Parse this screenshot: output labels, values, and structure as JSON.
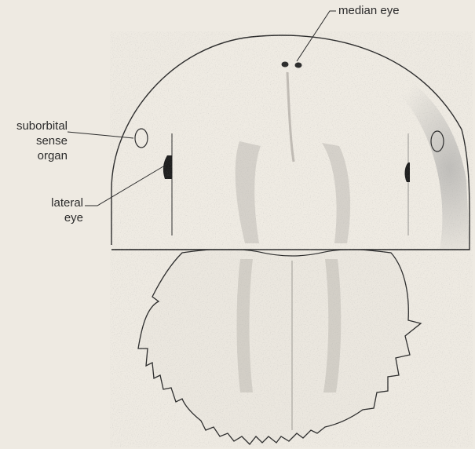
{
  "labels": {
    "median_eye": "median eye",
    "suborbital_sense_organ": [
      "suborbital",
      "sense",
      "organ"
    ],
    "lateral_eye": [
      "lateral",
      "eye"
    ]
  },
  "colors": {
    "background": "#eeeae2",
    "ink": "#2b2b2b",
    "stipple": "#6b6b6b"
  }
}
